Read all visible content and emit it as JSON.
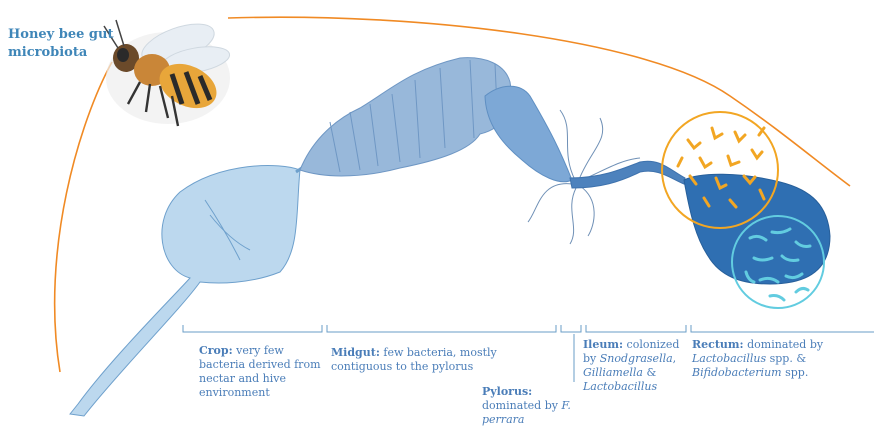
{
  "title": "Honey bee gut microbiota",
  "colors": {
    "label_text": "#4a7db8",
    "title_text": "#3f86b8",
    "outline_curve": "#f08a24",
    "crop_fill": "#bcd8ee",
    "midgut_fill": "#98b8da",
    "rectum_fill": "#2f6fb2",
    "bifidobacterium_ring": "#f2a623",
    "lactobacillus_ring": "#62cce0"
  },
  "icons": [
    "honeybee-illustration"
  ],
  "regions": {
    "crop": {
      "name": "Crop:",
      "description": "very few bacteria derived from nectar and hive environment"
    },
    "midgut": {
      "name": "Midgut:",
      "description": "few bacteria, mostly contiguous to the pylorus"
    },
    "pylorus": {
      "name": "Pylorus:",
      "description_pre": "dominated by",
      "species": "F. perrara"
    },
    "ileum": {
      "name": "Ileum:",
      "description_pre": "colonized by",
      "species_1": "Snodgrasella",
      "sep": ",",
      "species_2": "Gilliamella",
      "amp": "&",
      "species_3": "Lactobacillus"
    },
    "rectum": {
      "name": "Rectum:",
      "description_pre": "dominated by",
      "species_1": "Lactobacillus",
      "mid": "spp. &",
      "species_2": "Bifidobacterium",
      "post": "spp."
    }
  }
}
